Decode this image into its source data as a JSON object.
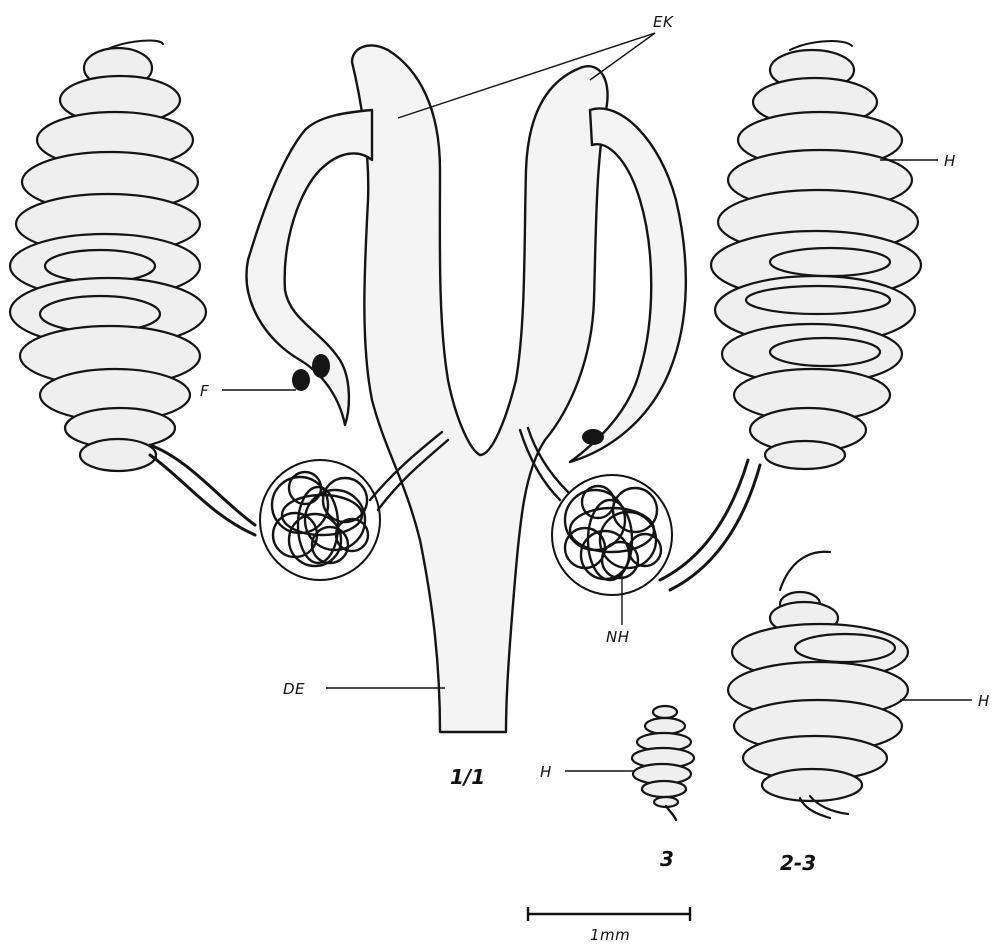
{
  "labels": {
    "ek": "EK",
    "h_top": "H",
    "f": "F",
    "nh": "NH",
    "de": "DE",
    "h_mid": "H",
    "h_small": "H",
    "fig_main": "1/1",
    "fig_small": "3",
    "fig_medium": "2-3",
    "scale": "1mm"
  }
}
